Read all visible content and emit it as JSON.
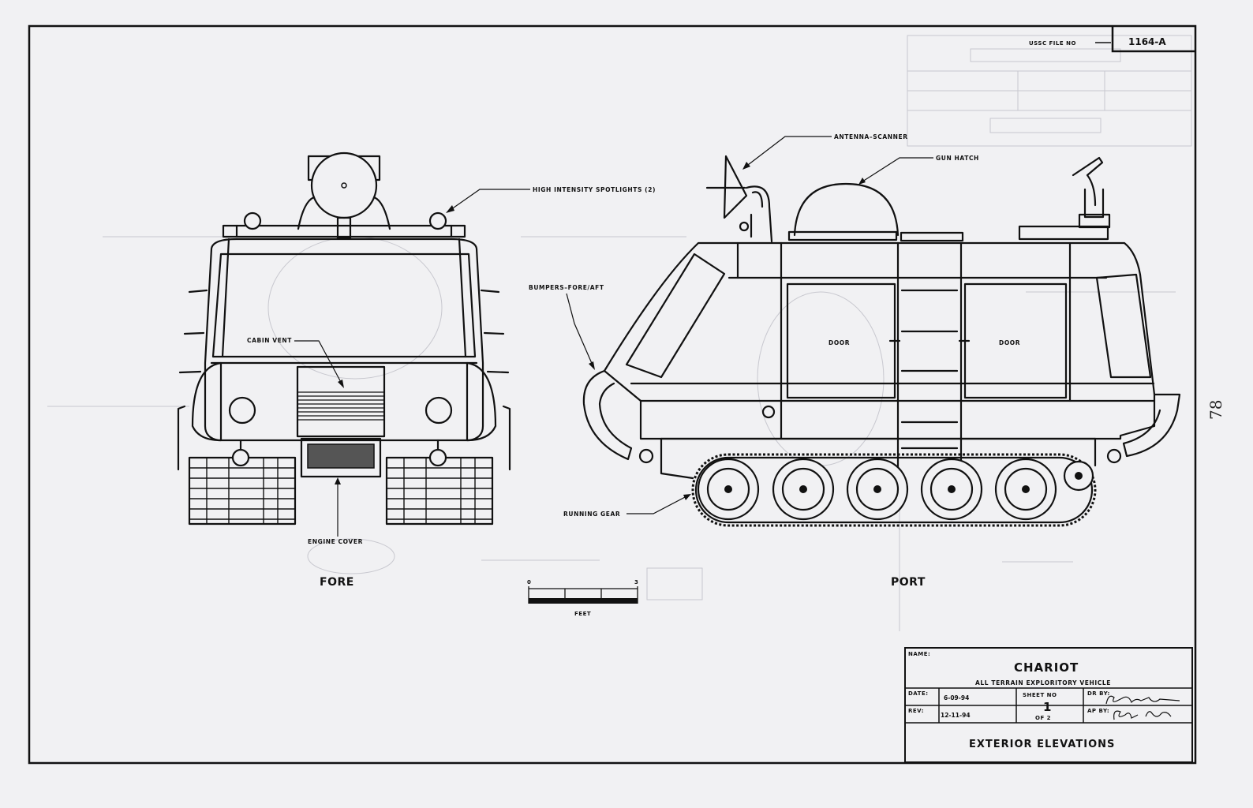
{
  "header": {
    "file_label": "USSC FILE NO",
    "file_number": "1164-A"
  },
  "callouts": {
    "spotlights": "HIGH INTENSITY SPOTLIGHTS (2)",
    "cabin_vent": "CABIN VENT",
    "engine_cover": "ENGINE COVER",
    "antenna": "ANTENNA–SCANNER",
    "gun_hatch": "GUN HATCH",
    "bumpers": "BUMPERS–FORE/AFT",
    "running_gear": "RUNNING GEAR",
    "door_left": "DOOR",
    "door_right": "DOOR"
  },
  "views": {
    "fore": "FORE",
    "port": "PORT"
  },
  "scale": {
    "start": "0",
    "end": "3",
    "unit": "FEET"
  },
  "title_block": {
    "name_label": "NAME:",
    "name": "CHARIOT",
    "subtitle": "ALL TERRAIN EXPLORITORY VEHICLE",
    "date_label": "DATE:",
    "date": "6-09-94",
    "rev_label": "REV:",
    "rev": "12-11-94",
    "sheet_label": "SHEET NO",
    "sheet_no": "1",
    "sheet_of": "OF 2",
    "dr_label": "DR BY:",
    "ap_label": "AP BY:",
    "drawing_title": "EXTERIOR ELEVATIONS"
  },
  "page_number": "78",
  "colors": {
    "paper": "#f1f1f3",
    "ink": "#111111",
    "show_through": "#c8c8cf"
  }
}
